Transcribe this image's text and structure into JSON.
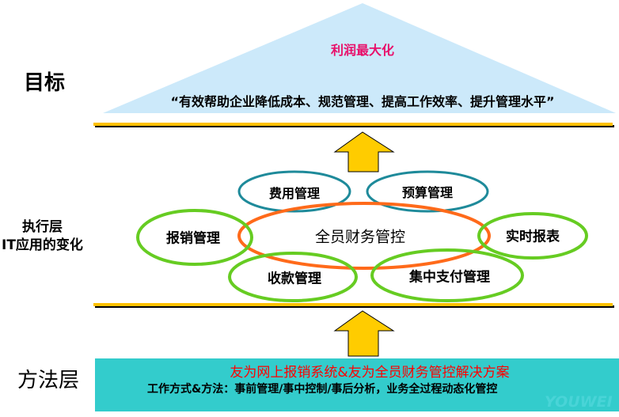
{
  "layers": {
    "goal": "目标",
    "execution_line1": "执行层",
    "execution_line2": "IT应用的变化",
    "method": "方法层"
  },
  "goal": {
    "headline": "利润最大化",
    "statement": "“有效帮助企业降低成本、规范管理、提高工作效率、提升管理水平”"
  },
  "execution": {
    "center": "全员财务管控",
    "modules": [
      "费用管理",
      "预算管理",
      "报销管理",
      "实时报表",
      "收款管理",
      "集中支付管理"
    ]
  },
  "method": {
    "solution": "友为网上报销系统&友为全员财务管控解决方案",
    "approach": "工作方式&方法：事前管理/事中控制/事后分析，业务全过程动态化管控"
  },
  "watermark": "YOUWEI",
  "colors": {
    "triangle": "#CCE9FA",
    "headline": "#E8106A",
    "divider": "#FFC000",
    "arrow": "#FFCC00",
    "center_ring": "#FF6A1A",
    "teal_ring": "#1E8A9A",
    "green_ring": "#66CC22",
    "method_bg": "#33CCCC",
    "solution": "#FF0000"
  }
}
